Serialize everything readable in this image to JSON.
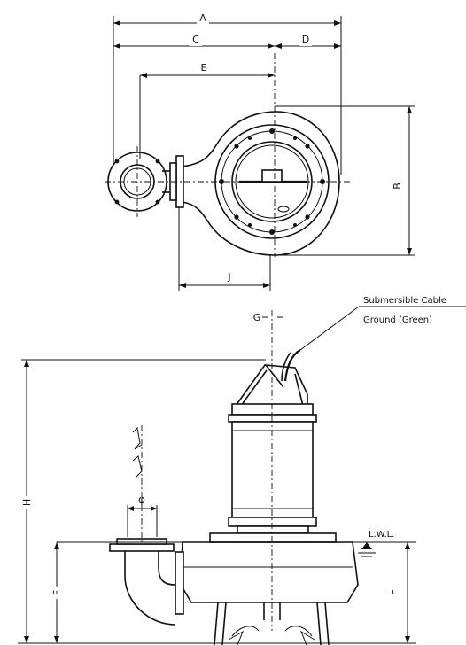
{
  "dimensions": {
    "A": "A",
    "B": "B",
    "C": "C",
    "D": "D",
    "E": "E",
    "F": "F",
    "G": "G",
    "H": "H",
    "J": "J",
    "L": "L",
    "phi": "φ"
  },
  "callouts": {
    "cable": "Submersible Cable",
    "ground": "Ground (Green)",
    "lwl": "L.W.L."
  }
}
